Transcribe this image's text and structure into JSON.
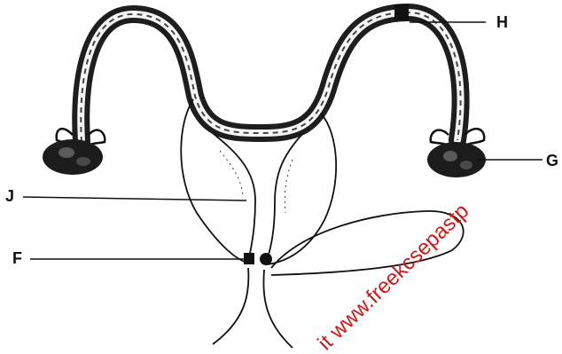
{
  "labels": {
    "h": "H",
    "g": "G",
    "j": "J",
    "f": "F"
  },
  "watermark": "it www.freekcsepastp",
  "colors": {
    "ink": "#111111",
    "tube": "#2a2a2a",
    "watermark": "#d01818"
  }
}
